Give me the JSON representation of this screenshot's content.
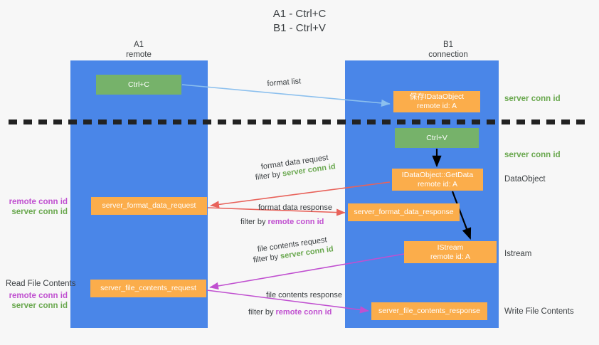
{
  "title": {
    "line1": "A1 - Ctrl+C",
    "line2": "B1 - Ctrl+V"
  },
  "lanes": {
    "left": {
      "name": "A1",
      "role": "remote"
    },
    "right": {
      "name": "B1",
      "role": "connection"
    }
  },
  "boxes": {
    "ctrl_c": {
      "label": "Ctrl+C",
      "color": "#76b26a"
    },
    "ctrl_v": {
      "label": "Ctrl+V",
      "color": "#76b26a"
    },
    "idataobject": {
      "line1": "保存IDataObject",
      "line2": "remote id: A",
      "color": "#fbad4b"
    },
    "getdata": {
      "line1": "IDataObject::GetData",
      "line2": "remote id: A",
      "color": "#fbad4b"
    },
    "istream": {
      "line1": "IStream",
      "line2": "remote id: A",
      "color": "#fbad4b"
    },
    "format_data_request": {
      "label": "server_format_data_request",
      "color": "#fbad4b"
    },
    "format_data_response": {
      "label": "server_format_data_response",
      "color": "#fbad4b"
    },
    "file_contents_request": {
      "label": "server_file_contents_request",
      "color": "#fbad4b"
    },
    "file_contents_response": {
      "label": "server_file_contents_response",
      "color": "#fbad4b"
    }
  },
  "right_labels": {
    "server_conn_id_top": "server conn id",
    "server_conn_id_mid": "server conn id",
    "dataobject": "DataObject",
    "istream": "Istream",
    "write_file_contents": "Write File Contents"
  },
  "left_labels": {
    "remote_conn_id_1": "remote conn id",
    "server_conn_id_1": "server conn id",
    "read_file_contents": "Read File Contents",
    "remote_conn_id_2": "remote conn id",
    "server_conn_id_2": "server conn id"
  },
  "arrow_captions": {
    "format_list": "format list",
    "format_data_request": "format data request",
    "format_data_request_filter_prefix": "filter by ",
    "format_data_request_filter_key": "server conn id",
    "format_data_response": "format data response",
    "format_data_response_filter_prefix": "filter by ",
    "format_data_response_filter_key": "remote conn id",
    "file_contents_request": "file contents request",
    "file_contents_request_filter_prefix": "filter by ",
    "file_contents_request_filter_key": "server conn id",
    "file_contents_response": "file contents response",
    "file_contents_response_filter_prefix": "filter by ",
    "file_contents_response_filter_key": "remote conn id"
  },
  "colors": {
    "lane": "#4a86e8",
    "green": "#6aa84f",
    "purple": "#c050d0",
    "orange": "#fbad4b",
    "red_arrow": "#e8625a",
    "blue_arrow": "#8cc0ee",
    "black_arrow": "#000000",
    "background": "#f7f7f7"
  }
}
